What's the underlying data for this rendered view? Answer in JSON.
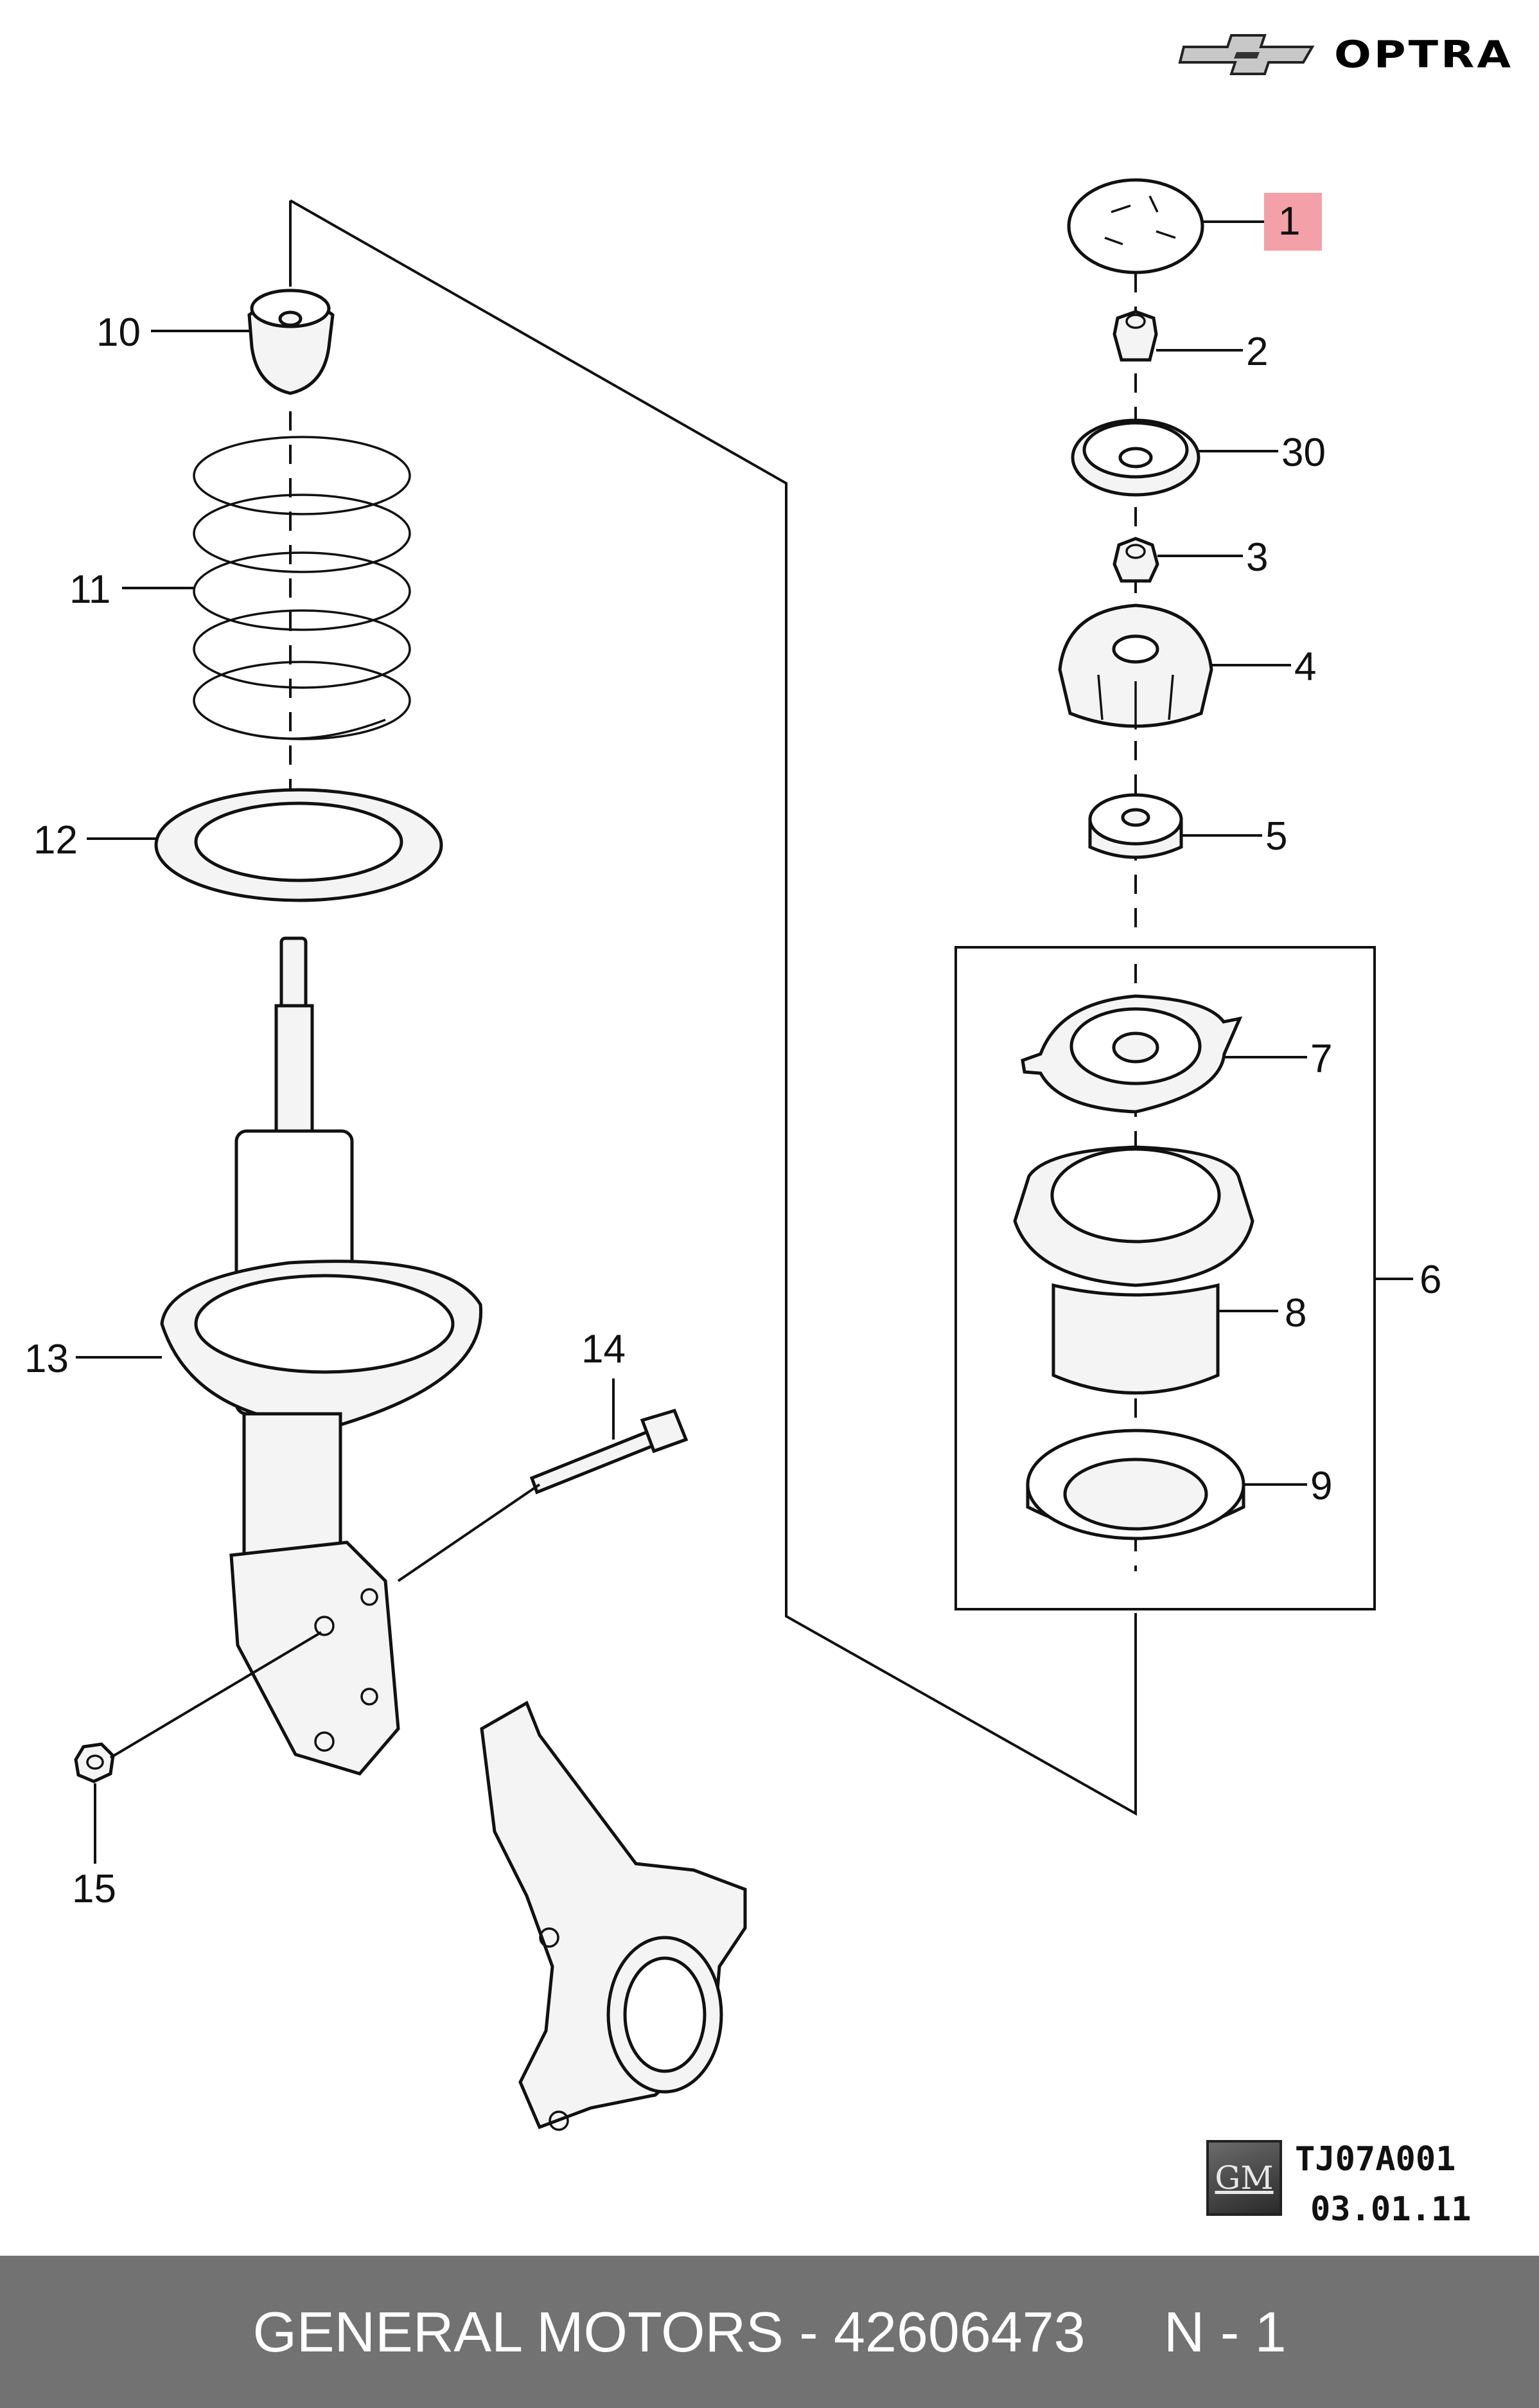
{
  "header": {
    "model": "OPTRA",
    "brand_icon": "chevrolet-bowtie-icon"
  },
  "callouts": {
    "c1": "1",
    "c2": "2",
    "c30": "30",
    "c3": "3",
    "c4": "4",
    "c5": "5",
    "c6": "6",
    "c7": "7",
    "c8": "8",
    "c9": "9",
    "c10": "10",
    "c11": "11",
    "c12": "12",
    "c13": "13",
    "c14": "14",
    "c15": "15"
  },
  "highlight": {
    "part": "1",
    "color": "#f4a0a8"
  },
  "reference": {
    "logo_text": "GM",
    "code": "TJ07A001",
    "date": "03.01.11"
  },
  "footer": {
    "text": "GENERAL MOTORS - 42606473     N - 1",
    "background": "#727272"
  }
}
